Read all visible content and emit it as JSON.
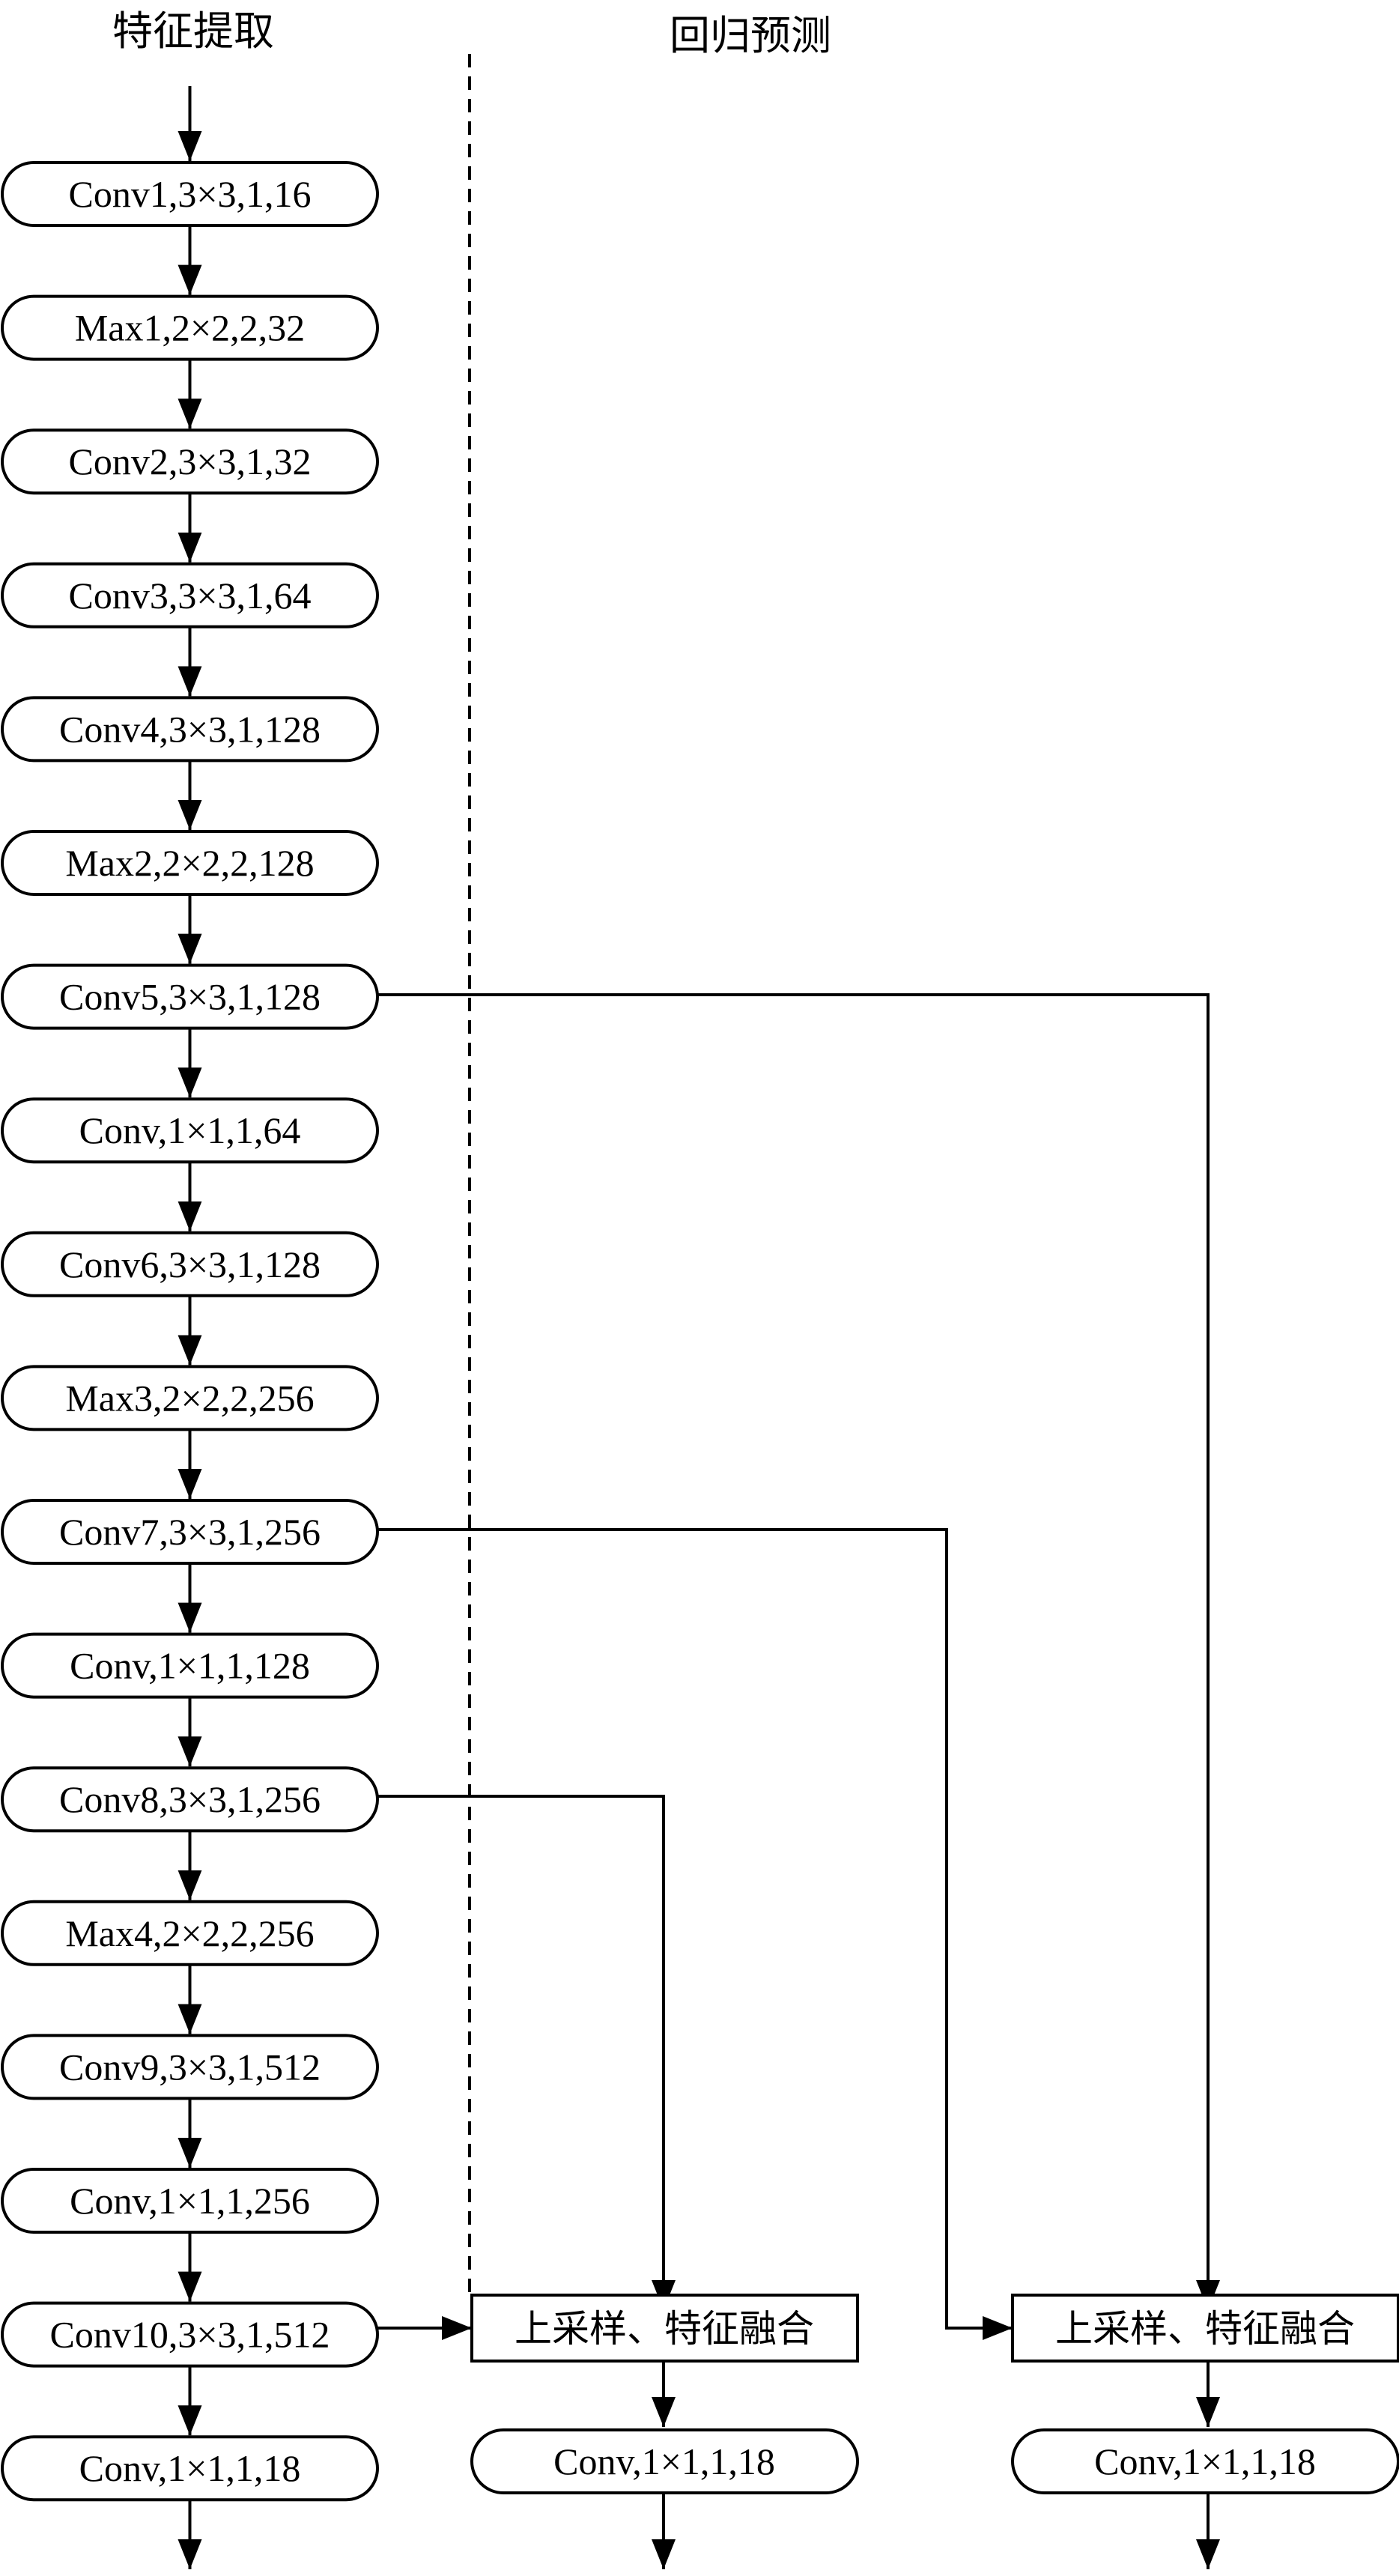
{
  "headers": {
    "feature_extraction": "特征提取",
    "regression_prediction": "回归预测"
  },
  "backbone": [
    "Conv1,3×3,1,16",
    "Max1,2×2,2,32",
    "Conv2,3×3,1,32",
    "Conv3,3×3,1,64",
    "Conv4,3×3,1,128",
    "Max2,2×2,2,128",
    "Conv5,3×3,1,128",
    "Conv,1×1,1,64",
    "Conv6,3×3,1,128",
    "Max3,2×2,2,256",
    "Conv7,3×3,1,256",
    "Conv,1×1,1,128",
    "Conv8,3×3,1,256",
    "Max4,2×2,2,256",
    "Conv9,3×3,1,512",
    "Conv,1×1,1,256",
    "Conv10,3×3,1,512",
    "Conv,1×1,1,18"
  ],
  "fusion_a": {
    "label": "上采样、特征融合",
    "output": "Conv,1×1,1,18"
  },
  "fusion_b": {
    "label": "上采样、特征融合",
    "output": "Conv,1×1,1,18"
  },
  "edges": [
    {
      "from": "Conv5,3×3,1,128",
      "to": "fusion_b"
    },
    {
      "from": "Conv7,3×3,1,256",
      "to": "fusion_b"
    },
    {
      "from": "Conv8,3×3,1,256",
      "to": "fusion_a"
    },
    {
      "from": "Conv10,3×3,1,512",
      "to": "fusion_a"
    }
  ]
}
